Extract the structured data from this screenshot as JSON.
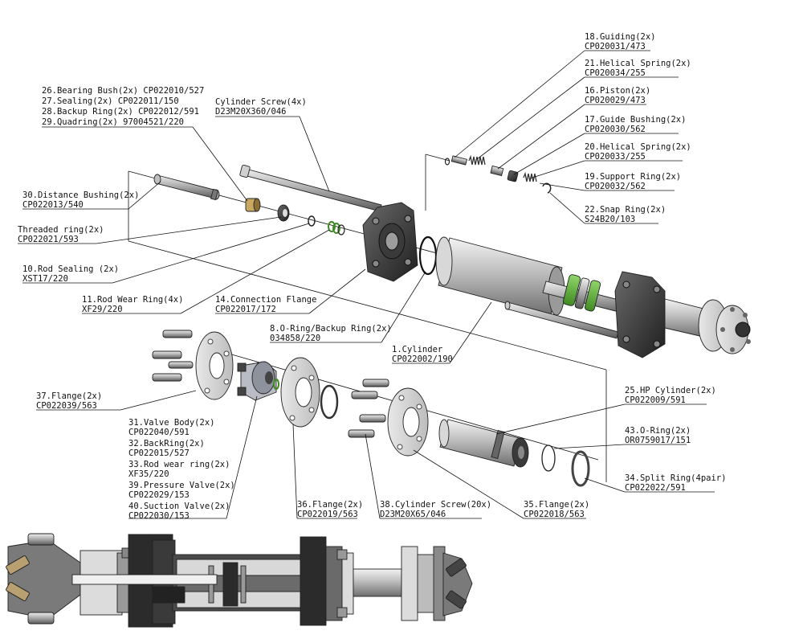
{
  "labels": {
    "l18": "18.Guiding(2x)",
    "c18": "CP020031/473",
    "l21": "21.Helical Spring(2x)",
    "c21": "CP020034/255",
    "l16": "16.Piston(2x)",
    "c16": "CP020029/473",
    "l17": "17.Guide Bushing(2x)",
    "c17": "CP020030/562",
    "l20": "20.Helical Spring(2x)",
    "c20": "CP020033/255",
    "l19": "19.Support Ring(2x)",
    "c19": "CP020032/562",
    "l22": "22.Snap Ring(2x)",
    "c22": "S24B20/103",
    "l26": "26.Bearing Bush(2x) CP022010/527",
    "l27": "27.Sealing(2x) CP022011/150",
    "l28": "28.Backup Ring(2x) CP022012/591",
    "l29": "29.Quadring(2x) 97004521/220",
    "lcs": "Cylinder Screw(4x)",
    "ccs": "D23M20X360/046",
    "l30": "30.Distance Bushing(2x)",
    "c30": "CP022013/540",
    "ltr": "Threaded ring(2x)",
    "ctr": "CP022021/593",
    "l10": "10.Rod Sealing (2x)",
    "c10": "XST17/220",
    "l11": "11.Rod Wear Ring(4x)",
    "c11": "XF29/220",
    "l14": "14.Connection Flange",
    "c14": "CP022017/172",
    "l8": "8.O-Ring/Backup Ring(2x)",
    "c8": "034858/220",
    "l1": "1.Cylinder",
    "c1": "CP022002/190",
    "l25": "25.HP Cylinder(2x)",
    "c25": "CP022009/591",
    "l37": "37.Flange(2x)",
    "c37": "CP022039/563",
    "l43": "43.O-Ring(2x)",
    "c43": "OR0759017/151",
    "l31": "31.Valve Body(2x)",
    "c31": "CP022040/591",
    "l32": "32.BackRing(2x)",
    "c32": "CP022015/527",
    "l33": "33.Rod wear ring(2x)",
    "c33": "XF35/220",
    "l39": "39.Pressure Valve(2x)",
    "c39": "CP022029/153",
    "l40": "40.Suction Valve(2x)",
    "c40": "CP022030/153",
    "l36": "36.Flange(2x)",
    "c36": "CP022019/563",
    "l38": "38.Cylinder Screw(20x)",
    "c38": "D23M20X65/046",
    "l35": "35.Flange(2x)",
    "c35": "CP022018/563",
    "l34": "34.Split Ring(4pair)",
    "c34": "CP022022/591"
  },
  "colors": {
    "seal_green": "#5db03a",
    "metal_light": "#d9d9d9",
    "metal_dark": "#2e2e2e",
    "line": "#111111"
  }
}
